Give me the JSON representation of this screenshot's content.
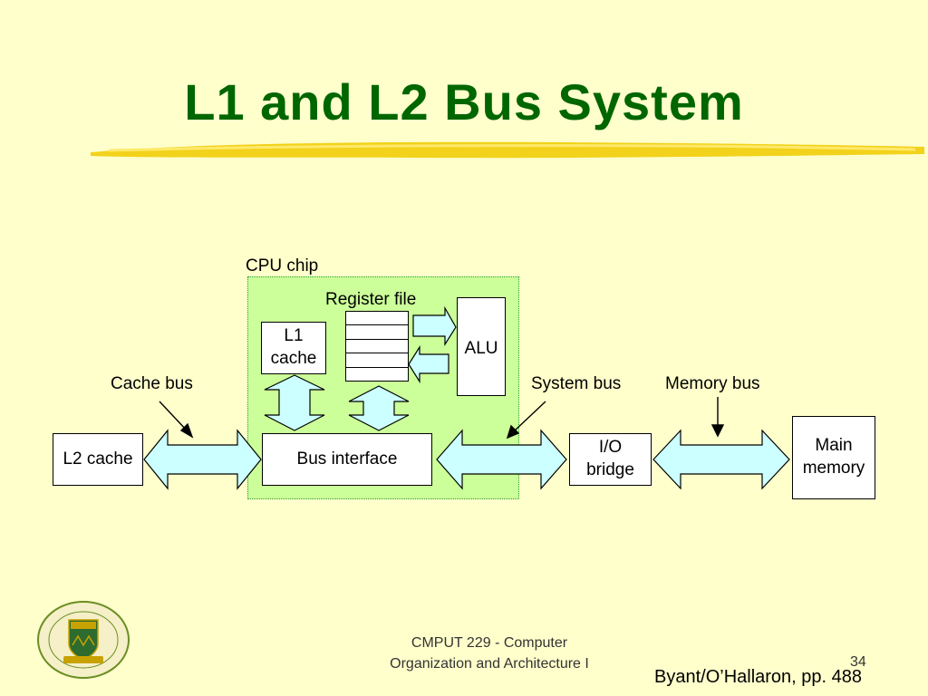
{
  "slide": {
    "title": "L1 and L2 Bus System",
    "footer_line1": "CMPUT 229 - Computer",
    "footer_line2": "Organization and Architecture I",
    "page_number": "34",
    "citation": "Byant/O’Hallaron, pp. 488"
  },
  "diagram": {
    "cpu_chip_label": "CPU chip",
    "register_file_label": "Register file",
    "l1_cache_line1": "L1",
    "l1_cache_line2": "cache",
    "alu_label": "ALU",
    "bus_interface_label": "Bus interface",
    "l2_cache_label": "L2 cache",
    "io_bridge_line1": "I/O",
    "io_bridge_line2": "bridge",
    "main_memory_line1": "Main",
    "main_memory_line2": "memory",
    "cache_bus_label": "Cache bus",
    "system_bus_label": "System bus",
    "memory_bus_label": "Memory bus"
  },
  "colors": {
    "background": "#ffffcc",
    "title": "#006600",
    "cpu_chip_fill": "#ccff99",
    "bus_arrow_fill": "#ccffff",
    "highlight": "#f2d21b"
  }
}
